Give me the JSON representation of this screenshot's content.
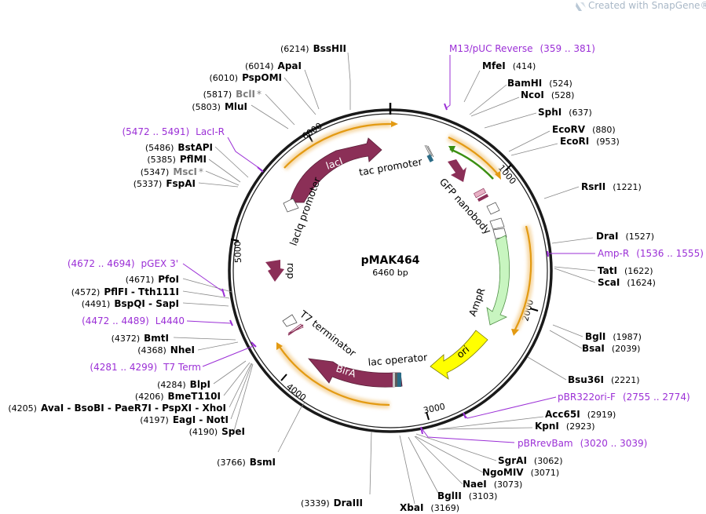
{
  "header": {
    "text": "Created with SnapGene®"
  },
  "plasmid": {
    "name": "pMAK464",
    "size": "6460 bp"
  },
  "tick_labels": [
    "1000",
    "2000",
    "3000",
    "4000",
    "5000",
    "6000"
  ],
  "features": {
    "lacI": "lacI",
    "lacIq_promoter": "lacIq promoter",
    "tac_promoter": "tac promoter",
    "gfp_nanobody": "GFP nanobody",
    "ampr": "AmpR",
    "ori": "ori",
    "lac_operator": "lac operator",
    "birA": "BirA",
    "t7_terminator": "T7 terminator",
    "rop": "rop"
  },
  "sites": [
    {
      "pos": "(6214)",
      "name": "BssHII"
    },
    {
      "pos": "(6014)",
      "name": "ApaI"
    },
    {
      "pos": "(6010)",
      "name": "PspOMI"
    },
    {
      "pos": "(5817)",
      "name": "BclI",
      "star": "*"
    },
    {
      "pos": "(5803)",
      "name": "MluI"
    },
    {
      "pos": "(5486)",
      "name": "BstAPI"
    },
    {
      "pos": "(5385)",
      "name": "PflMI"
    },
    {
      "pos": "(5347)",
      "name": "MscI",
      "star": "*"
    },
    {
      "pos": "(5337)",
      "name": "FspAI"
    },
    {
      "pos": "(4671)",
      "name": "PfoI"
    },
    {
      "pos": "(4572)",
      "name": "PflFI - Tth111I"
    },
    {
      "pos": "(4491)",
      "name": "BspQI - SapI"
    },
    {
      "pos": "(4372)",
      "name": "BmtI"
    },
    {
      "pos": "(4368)",
      "name": "NheI"
    },
    {
      "pos": "(4284)",
      "name": "BlpI"
    },
    {
      "pos": "(4206)",
      "name": "BmeT110I"
    },
    {
      "pos": "(4205)",
      "name": "AvaI - BsoBI - PaeR7I - PspXI - XhoI"
    },
    {
      "pos": "(4197)",
      "name": "EagI - NotI"
    },
    {
      "pos": "(4190)",
      "name": "SpeI"
    },
    {
      "pos": "(3766)",
      "name": "BsmI"
    },
    {
      "pos": "(3339)",
      "name": "DraIII"
    },
    {
      "name": "MfeI",
      "pos": "(414)"
    },
    {
      "name": "BamHI",
      "pos": "(524)"
    },
    {
      "name": "NcoI",
      "pos": "(528)"
    },
    {
      "name": "SphI",
      "pos": "(637)"
    },
    {
      "name": "EcoRV",
      "pos": "(880)"
    },
    {
      "name": "EcoRI",
      "pos": "(953)"
    },
    {
      "name": "RsrII",
      "pos": "(1221)"
    },
    {
      "name": "DraI",
      "pos": "(1527)"
    },
    {
      "name": "TatI",
      "pos": "(1622)"
    },
    {
      "name": "ScaI",
      "pos": "(1624)"
    },
    {
      "name": "BglI",
      "pos": "(1987)"
    },
    {
      "name": "BsaI",
      "pos": "(2039)"
    },
    {
      "name": "Bsu36I",
      "pos": "(2221)"
    },
    {
      "name": "Acc65I",
      "pos": "(2919)"
    },
    {
      "name": "KpnI",
      "pos": "(2923)"
    },
    {
      "name": "SgrAI",
      "pos": "(3062)"
    },
    {
      "name": "NgoMIV",
      "pos": "(3071)"
    },
    {
      "name": "NaeI",
      "pos": "(3073)"
    },
    {
      "name": "BglII",
      "pos": "(3103)"
    },
    {
      "name": "XbaI",
      "pos": "(3169)"
    }
  ],
  "primers": [
    {
      "name": "M13/pUC Reverse",
      "range": "(359 .. 381)"
    },
    {
      "name": "LacI-R",
      "range": "(5472 .. 5491)"
    },
    {
      "name": "Amp-R",
      "range": "(1536 .. 1555)"
    },
    {
      "name": "pGEX 3'",
      "range": "(4672 .. 4694)"
    },
    {
      "name": "L4440",
      "range": "(4472 .. 4489)"
    },
    {
      "name": "T7 Term",
      "range": "(4281 .. 4299)"
    },
    {
      "name": "pBR322ori-F",
      "range": "(2755 .. 2774)"
    },
    {
      "name": "pBRrevBam",
      "range": "(3020 .. 3039)"
    }
  ],
  "colors": {
    "backbone": "#1a1a1a",
    "cds": "#8b2f57",
    "ampr": "#c8f5c0",
    "ori": "#ffff00",
    "orf_arrow": "#e39a12",
    "green_arrow": "#3c8f12",
    "primer": "#9b2fd6"
  }
}
